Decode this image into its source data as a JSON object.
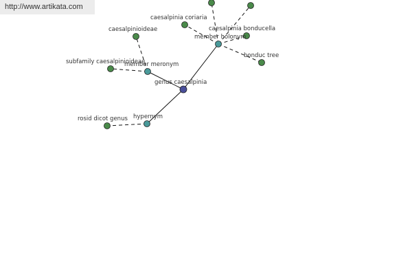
{
  "header": {
    "url": "http://www.artikata.com"
  },
  "graph": {
    "colors": {
      "center": "#4a4f9a",
      "relation": "#4a9a9a",
      "leaf": "#4a8a4a",
      "stroke": "#222222",
      "edge": "#111111"
    },
    "center": {
      "label": "genus caesalpinia"
    },
    "relations": [
      {
        "id": "member-meronym",
        "label": "member meronym"
      },
      {
        "id": "member-holonym",
        "label": "member holonym"
      },
      {
        "id": "hypernym",
        "label": "hypernym"
      }
    ],
    "leaves": [
      {
        "id": "caesalpinioideae",
        "label": "caesalpinioideae",
        "relation": "member-meronym"
      },
      {
        "id": "subfamily-caesalpinioideae",
        "label": "subfamily caesalpinioideae",
        "relation": "member-meronym"
      },
      {
        "id": "caesalpinia-coriaria",
        "label": "caesalpinia coriaria",
        "relation": "member-holonym"
      },
      {
        "id": "caesalpinia-bonducella",
        "label": "caesalpinia bonducella",
        "relation": "member-holonym"
      },
      {
        "id": "bonduc-tree",
        "label": "bonduc tree",
        "relation": "member-holonym"
      },
      {
        "id": "top-node-1",
        "label": "",
        "relation": "member-holonym"
      },
      {
        "id": "top-node-2",
        "label": "",
        "relation": "member-holonym"
      },
      {
        "id": "rosid-dicot-genus",
        "label": "rosid dicot genus",
        "relation": "hypernym"
      }
    ]
  }
}
